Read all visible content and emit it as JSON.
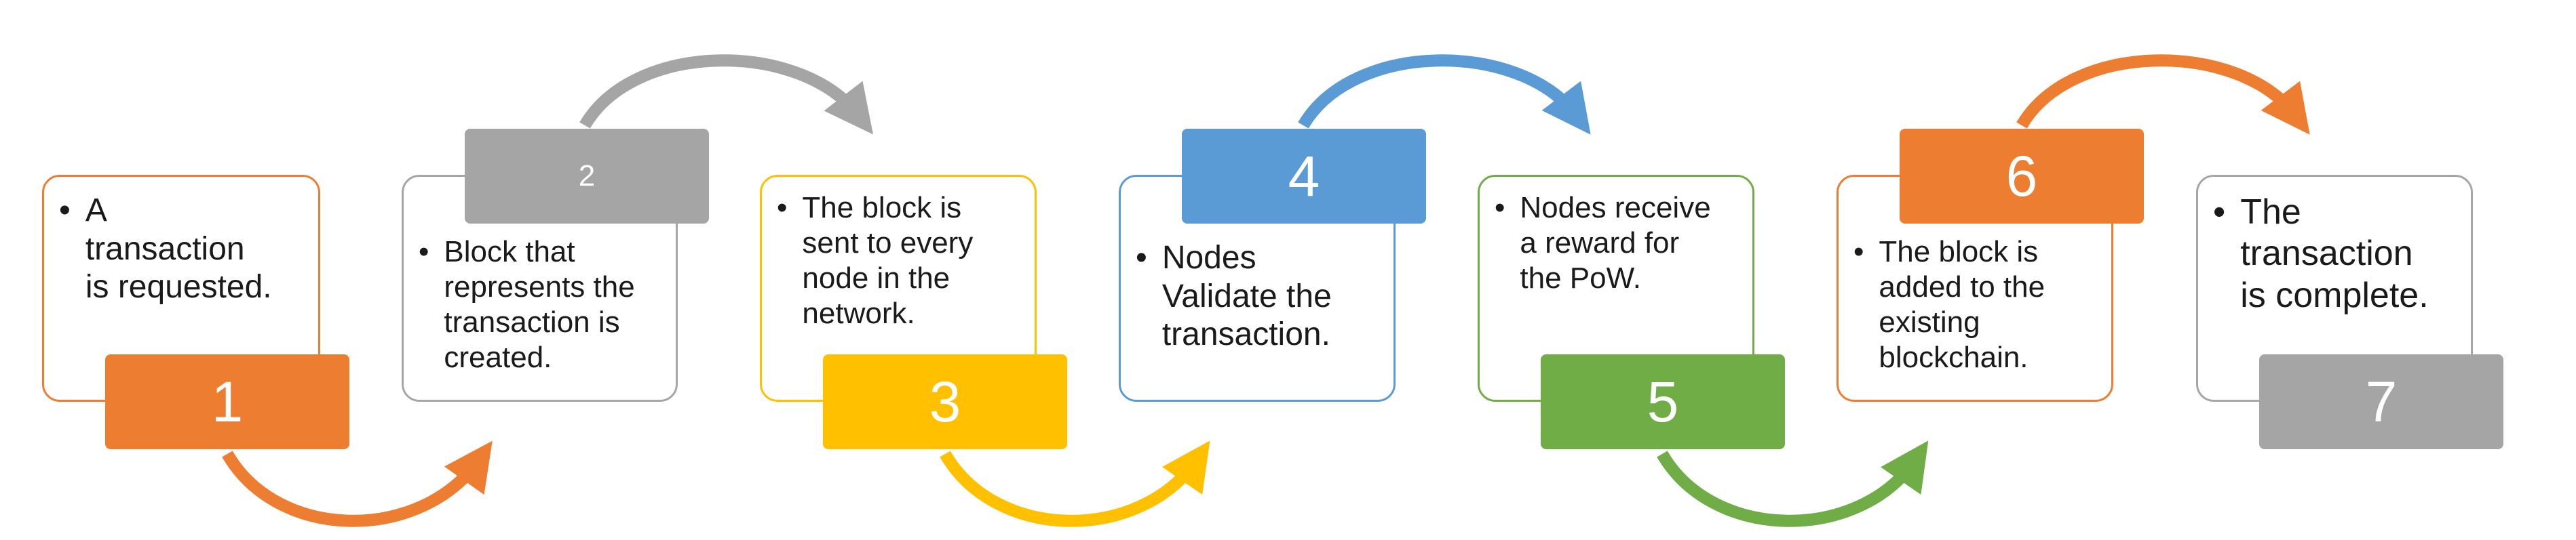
{
  "colors": {
    "orange": "#ED7D31",
    "gray": "#A5A5A5",
    "yellow": "#FFC000",
    "blue": "#5B9BD5",
    "green": "#70AD47",
    "card_border_gray": "#A6A6A6"
  },
  "bullet_glyph": "•",
  "steps": [
    {
      "number": "1",
      "text": "A\ntransaction\nis requested.",
      "color": "#ED7D31"
    },
    {
      "number": "2",
      "text": "Block that\nrepresents the\ntransaction is\ncreated.",
      "color": "#A5A5A5"
    },
    {
      "number": "3",
      "text": "The block is\nsent to every\nnode in the\nnetwork.",
      "color": "#FFC000"
    },
    {
      "number": "4",
      "text": "Nodes\nValidate the\ntransaction.",
      "color": "#5B9BD5"
    },
    {
      "number": "5",
      "text": "Nodes receive\na reward for\nthe PoW.",
      "color": "#70AD47"
    },
    {
      "number": "6",
      "text": "The block is\nadded to the\nexisting\nblockchain.",
      "color": "#ED7D31"
    },
    {
      "number": "7",
      "text": "The\ntransaction\nis complete.",
      "color": "#A5A5A5"
    }
  ]
}
